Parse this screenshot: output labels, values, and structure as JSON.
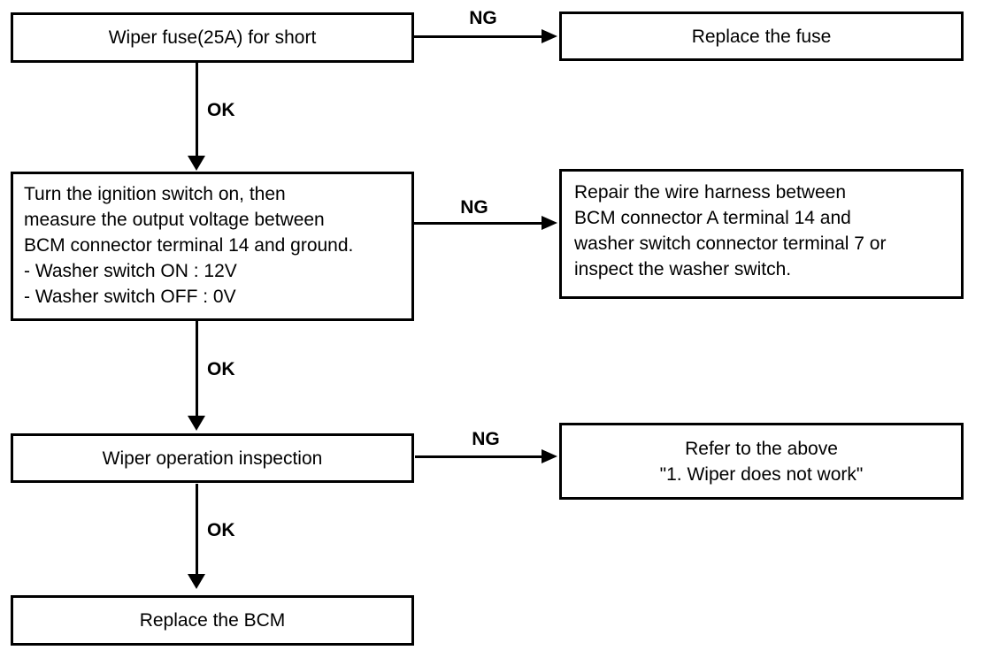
{
  "diagram": {
    "type": "troubleshooting-flowchart",
    "colors": {
      "stroke": "#000000",
      "background": "#ffffff"
    },
    "labels": {
      "ok": "OK",
      "ng": "NG"
    },
    "boxes": {
      "step1": {
        "text": "Wiper fuse(25A) for short"
      },
      "step2": {
        "lines": [
          "Turn the ignition switch on, then",
          "measure the output voltage between",
          "BCM connector terminal 14 and ground.",
          "- Washer switch ON : 12V",
          "- Washer switch OFF : 0V"
        ]
      },
      "step3": {
        "text": "Wiper operation inspection"
      },
      "step4": {
        "text": "Replace the BCM"
      },
      "result1": {
        "text": "Replace the fuse"
      },
      "result2": {
        "lines": [
          "Repair the wire harness between",
          "BCM connector A terminal 14 and",
          "washer switch connector terminal 7 or",
          "inspect the washer switch."
        ]
      },
      "result3": {
        "lines": [
          "Refer to the above",
          "\"1. Wiper does not work\""
        ]
      }
    }
  }
}
